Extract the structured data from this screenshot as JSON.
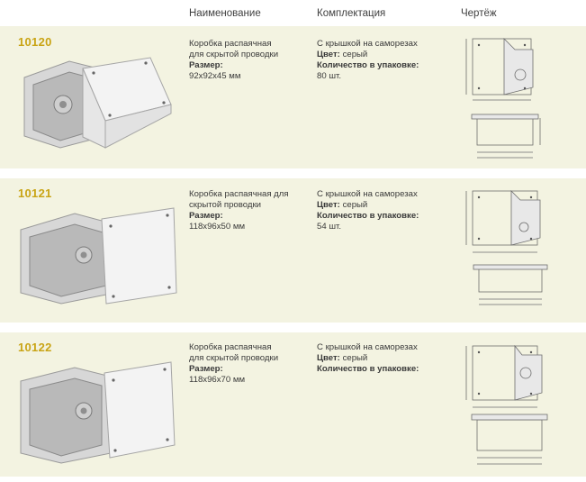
{
  "headers": {
    "name": "Наименование",
    "contents": "Комплектация",
    "drawing": "Чертёж"
  },
  "products": [
    {
      "code": "10120",
      "name_lines": [
        "Коробка распаячная",
        "для скрытой проводки"
      ],
      "size_label": "Размер:",
      "size_value": "92x92x45 мм",
      "lid": "С крышкой на саморезах",
      "color_label": "Цвет:",
      "color_value": "серый",
      "pack_label": "Количество в упаковке:",
      "pack_value": "80 шт."
    },
    {
      "code": "10121",
      "name_lines": [
        "Коробка распаячная для",
        "скрытой проводки"
      ],
      "size_label": "Размер:",
      "size_value": "118x96x50 мм",
      "lid": "С крышкой на саморезах",
      "color_label": "Цвет:",
      "color_value": "серый",
      "pack_label": "Количество в упаковке:",
      "pack_value": "54 шт."
    },
    {
      "code": "10122",
      "name_lines": [
        "Коробка распаячная",
        "для скрытой проводки"
      ],
      "size_label": "Размер:",
      "size_value": "118x96x70 мм",
      "lid": "С крышкой на саморезах",
      "color_label": "Цвет:",
      "color_value": "серый",
      "pack_label": "Количество в упаковке:",
      "pack_value": ""
    }
  ],
  "colors": {
    "band": "#f3f3e1",
    "code": "#c9a415",
    "box": "#dcdcdc",
    "lid": "#f4f4f4"
  }
}
